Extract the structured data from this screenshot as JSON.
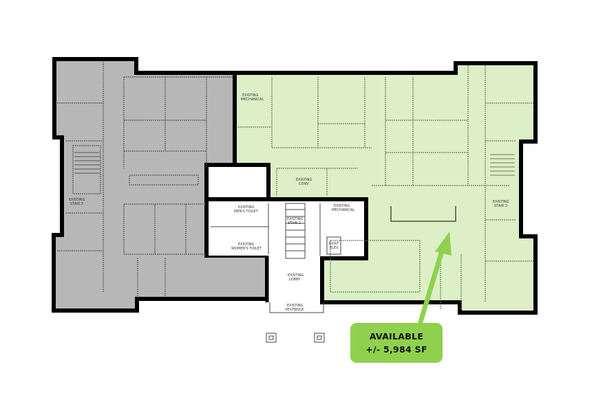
{
  "floor_plan": {
    "zones": [
      {
        "id": "occupied-west",
        "fill": "#b7b7b7",
        "status": "occupied"
      },
      {
        "id": "available-east",
        "fill": "#dcefc6",
        "status": "available"
      },
      {
        "id": "common-core",
        "fill": "#ffffff",
        "status": "common"
      }
    ],
    "outline_color": "#000000",
    "room_labels": {
      "mechanical_ne": "EXISTING MECHANICAL",
      "conv": "EXISTING CONV",
      "mens_toilet": "EXISTING MEN'S TOILET",
      "womens_toilet": "EXISTING WOMEN'S TOILET",
      "stair_1": "EXISTING STAIR 1",
      "stair_2": "EXISTING STAIR 2",
      "stair_3": "EXISTING STAIR 3",
      "mechanical_core": "EXISTING MECHANICAL",
      "elevator": "EXIST ELEV",
      "lobby": "EXISTING LOBBY",
      "vestibule": "EXISTING VESTIBULE"
    }
  },
  "callout": {
    "line1": "AVAILABLE",
    "line2": "+/- 5,984 SF",
    "color": "#8fd14f"
  },
  "arrow": {
    "color": "#8fd14f"
  }
}
